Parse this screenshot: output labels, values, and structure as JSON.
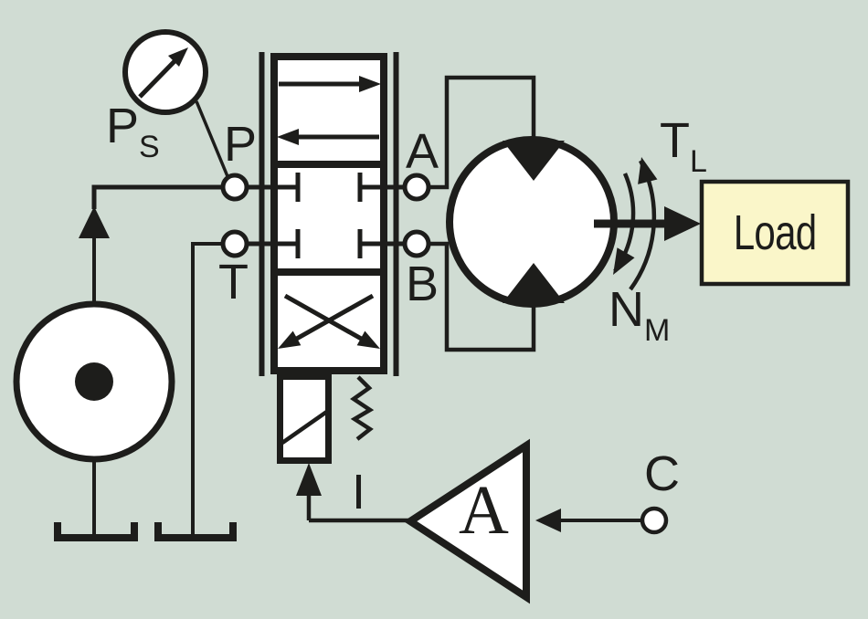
{
  "colors": {
    "background": "#d0dcd3",
    "line": "#1d1d1b",
    "load_fill": "#faf6c9",
    "symbol_fill": "#ffffff"
  },
  "labels": {
    "supply_pressure": {
      "main": "P",
      "sub": "S"
    },
    "port_p": "P",
    "port_t": "T",
    "port_a": "A",
    "port_b": "B",
    "load_torque": {
      "main": "T",
      "sub": "L"
    },
    "motor_speed": {
      "main": "N",
      "sub": "M"
    },
    "load": "Load",
    "current": "I",
    "amplifier_gain": "A",
    "command": "C"
  },
  "icons": {
    "pressure_gauge": "gauge-needle-icon",
    "pump": "pump-circle-dot-icon",
    "valve": "proportional-4-way-valve-icon",
    "motor": "bidirectional-hydraulic-motor-icon",
    "tanks": "reservoir-icon",
    "amplifier": "amplifier-triangle-icon"
  }
}
